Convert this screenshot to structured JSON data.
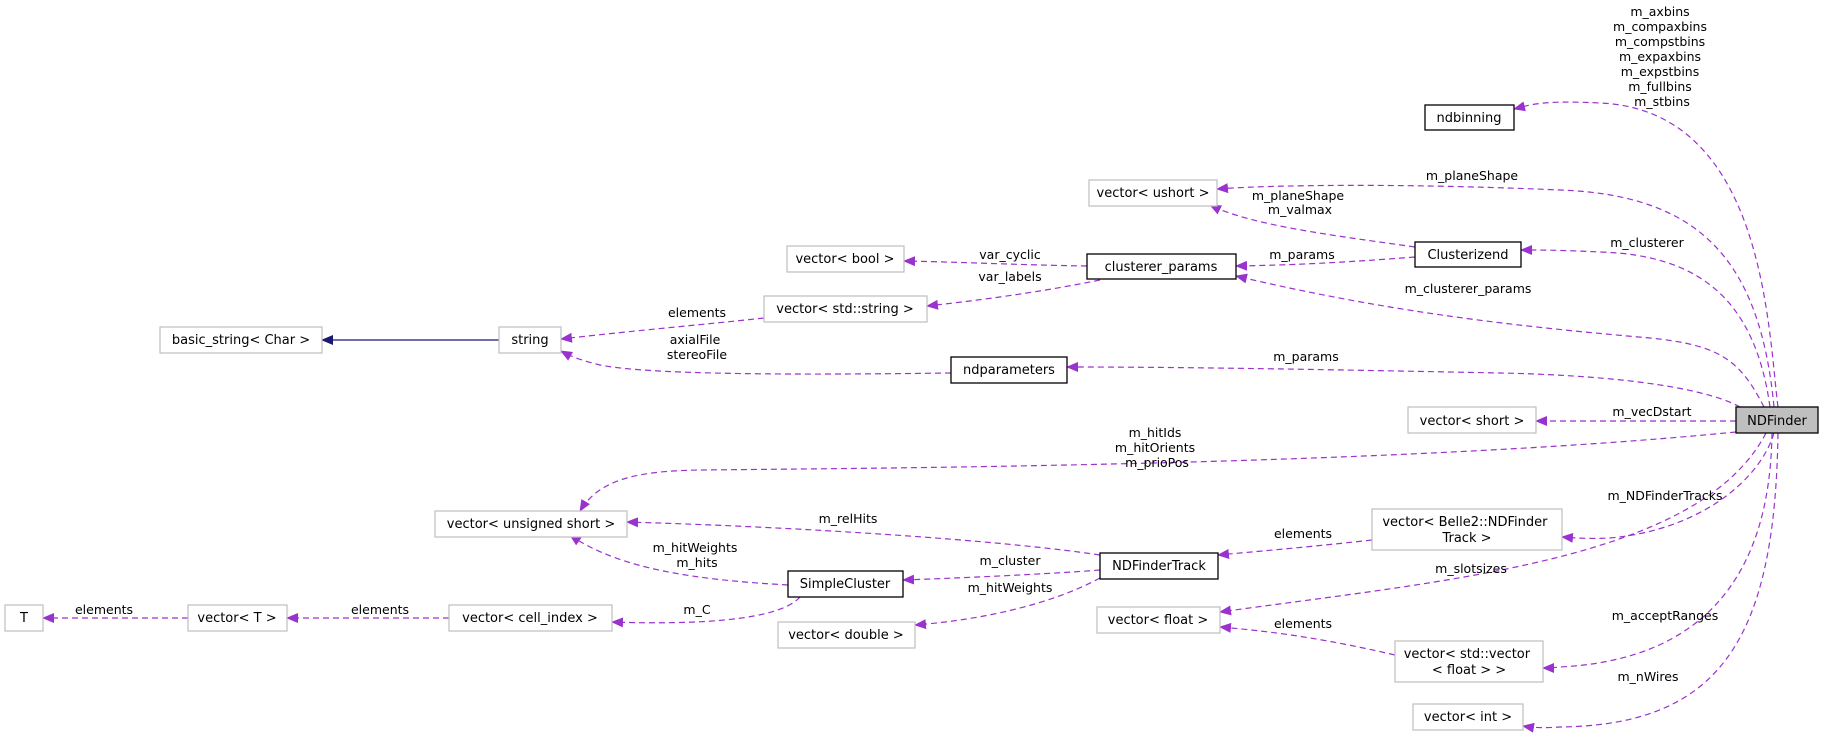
{
  "colors": {
    "usage_edge": "#9a32cd",
    "inheritance_edge": "#191970",
    "focus_node_fill": "#bfbfbf",
    "undocumented_border": "#bfbfbf",
    "documented_border": "#000000"
  },
  "nodes": {
    "ndfinder": "NDFinder",
    "ndbinning": "ndbinning",
    "vector_ushort": "vector< ushort >",
    "clusterizend": "Clusterizend",
    "clusterer_params": "clusterer_params",
    "vector_bool": "vector< bool >",
    "vector_string": "vector< std::string >",
    "string": "string",
    "basic_string": "basic_string< Char >",
    "ndparameters": "ndparameters",
    "vector_short": "vector< short >",
    "vector_unsigned_short": "vector< unsigned short >",
    "vector_ndfindertrack_line1": "vector< Belle2::NDFinder",
    "vector_ndfindertrack_line2": "Track >",
    "ndfindertrack": "NDFinderTrack",
    "simplecluster": "SimpleCluster",
    "t": "T",
    "vector_t": "vector< T >",
    "vector_cell_index": "vector< cell_index >",
    "vector_double": "vector< double >",
    "vector_float": "vector< float >",
    "vector_vector_float_line1": "vector< std::vector",
    "vector_vector_float_line2": "< float > >",
    "vector_int": "vector< int >"
  },
  "edge_labels": {
    "bins": [
      "m_axbins",
      "m_compaxbins",
      "m_compstbins",
      "m_expaxbins",
      "m_expstbins",
      "m_fullbins",
      "m_stbins"
    ],
    "plane_shape": "m_planeShape",
    "clusterizend_to_ushort": [
      "m_planeShape",
      "m_valmax"
    ],
    "clusterer": "m_clusterer",
    "var_cyclic": "var_cyclic",
    "var_labels": "var_labels",
    "clusterizend_params": "m_params",
    "clusterer_params": "m_clusterer_params",
    "string_elements": "elements",
    "files": [
      "axialFile",
      "stereoFile"
    ],
    "ndfinder_params": "m_params",
    "vec_dstart": "m_vecDstart",
    "hit_ids": [
      "m_hitIds",
      "m_hitOrients",
      "m_prioPos"
    ],
    "rel_hits": "m_relHits",
    "ndfinder_tracks": "m_NDFinderTracks",
    "track_elements": "elements",
    "cluster": "m_cluster",
    "hit_weights_hits": [
      "m_hitWeights",
      "m_hits"
    ],
    "hit_weights": "m_hitWeights",
    "slot_sizes": "m_slotsizes",
    "t_elements": "elements",
    "cell_elements": "elements",
    "m_c": "m_C",
    "float_elements": "elements",
    "accept_ranges": "m_acceptRanges",
    "n_wires": "m_nWires"
  }
}
